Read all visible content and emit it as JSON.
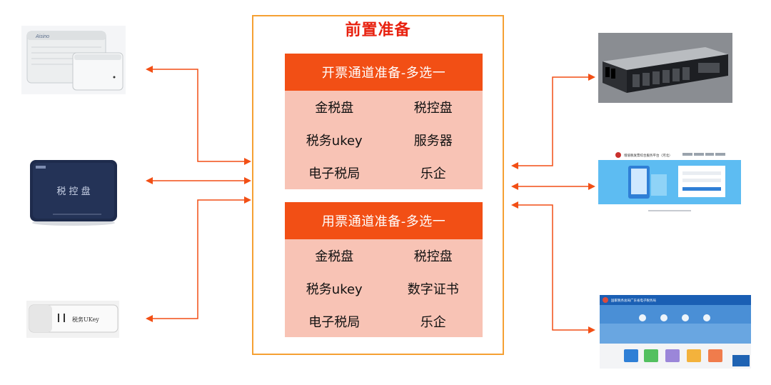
{
  "title": "前置准备",
  "issue_panel": {
    "header": "开票通道准备-多选一",
    "items": [
      "金税盘",
      "税控盘",
      "税务ukey",
      "服务器",
      "电子税局",
      "乐企"
    ]
  },
  "receive_panel": {
    "header": "用票通道准备-多选一",
    "items": [
      "金税盘",
      "税控盘",
      "税务ukey",
      "数字证书",
      "电子税局",
      "乐企"
    ]
  },
  "device_labels": {
    "router_brand": "Aisino",
    "tax_disk": "税 控 盘",
    "ukey": "税务UKey",
    "web1_title": "增值税发票综合服务平台（河北）",
    "web2_title": "国家税务总局广东省电子税务局"
  },
  "colors": {
    "accent": "#f24f15",
    "frame": "#f5a033",
    "title": "#e8210f",
    "panel_bg": "#f8c3b5"
  }
}
